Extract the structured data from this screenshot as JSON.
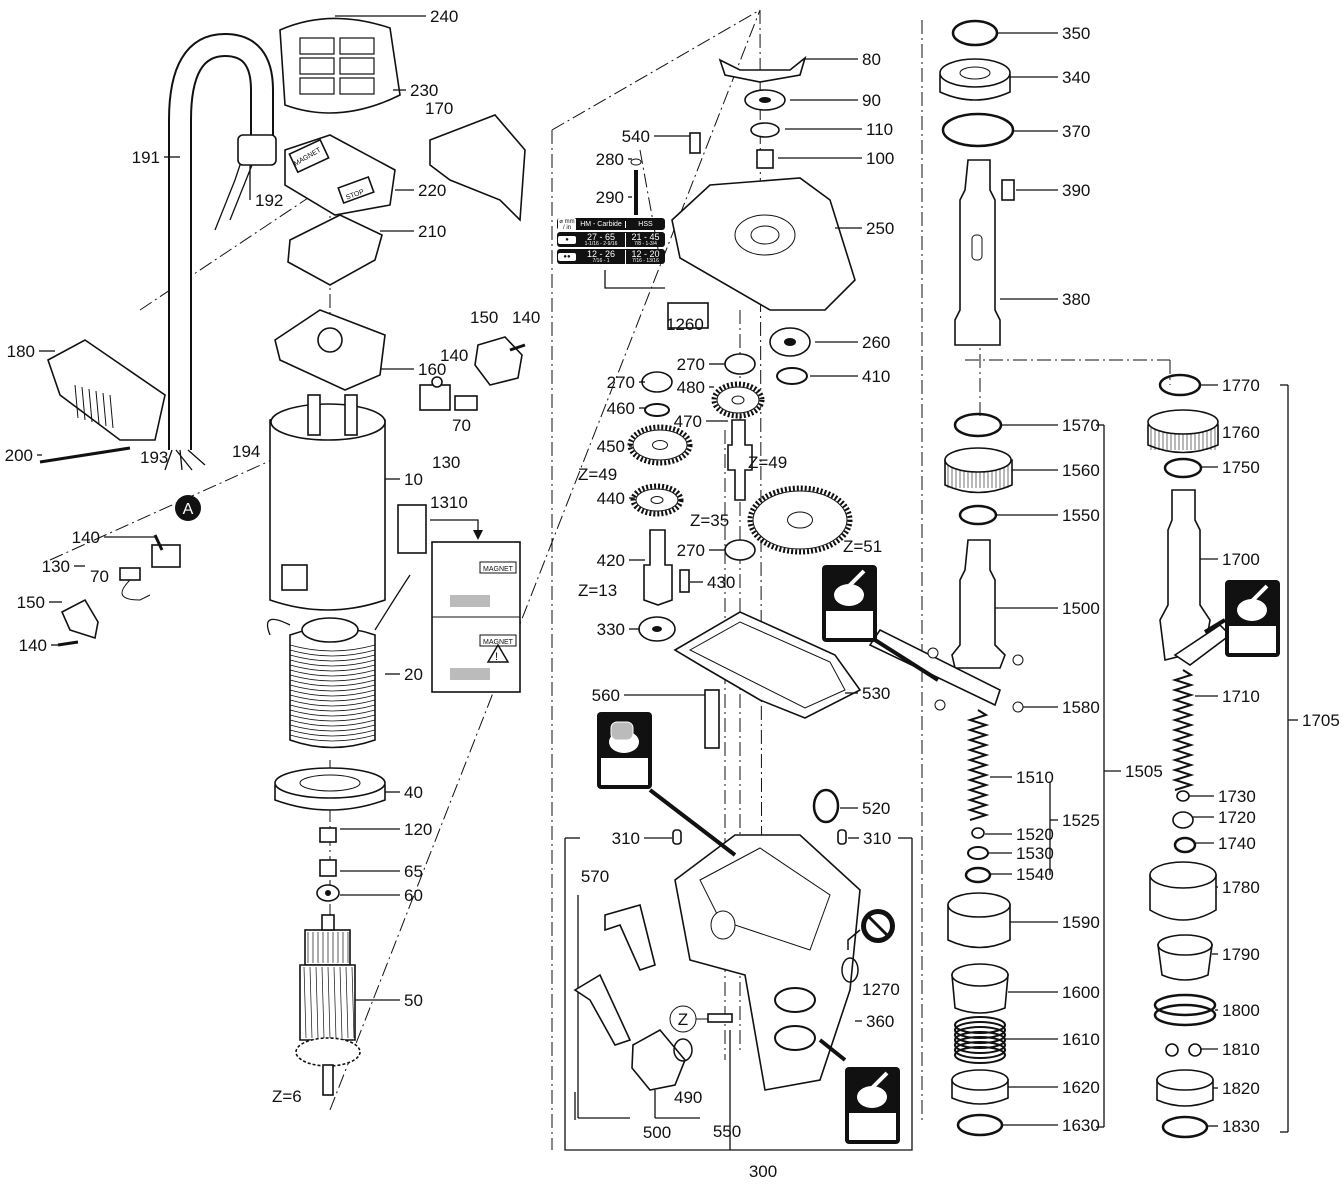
{
  "labels": [
    "240",
    "230",
    "170",
    "220",
    "210",
    "150",
    "140",
    "160",
    "140",
    "70",
    "130",
    "10",
    "1310",
    "20",
    "40",
    "120",
    "65",
    "60",
    "50",
    "540",
    "280",
    "290",
    "1260",
    "80",
    "90",
    "110",
    "100",
    "250",
    "260",
    "410",
    "270",
    "270",
    "480",
    "460",
    "470",
    "450",
    "440",
    "420",
    "270",
    "430",
    "330",
    "560",
    "530",
    "520",
    "310",
    "310",
    "570",
    "1270",
    "360",
    "490",
    "500",
    "550",
    "300",
    "Z=49",
    "Z=49",
    "Z=35",
    "Z=51",
    "Z=13",
    "Z=6",
    "350",
    "340",
    "370",
    "390",
    "380",
    "1570",
    "1560",
    "1550",
    "1500",
    "1580",
    "1510",
    "1520",
    "1530",
    "1540",
    "1525",
    "1505",
    "1590",
    "1600",
    "1610",
    "1620",
    "1630",
    "1770",
    "1760",
    "1750",
    "1700",
    "1710",
    "1705",
    "1730",
    "1720",
    "1740",
    "1780",
    "1790",
    "1800",
    "1810",
    "1820",
    "1830",
    "191",
    "180",
    "200",
    "140",
    "130",
    "150",
    "140",
    "193",
    "194",
    "192",
    "70"
  ],
  "callouts": {
    "a": "A",
    "z": "Z"
  },
  "switch_buttons": {
    "magnet": "MAGNET",
    "stop": "STOP"
  },
  "magnet_sticker": "MAGNET",
  "label_table": {
    "header": [
      "⌀ mm / in",
      "HM - Carbide",
      "HSS"
    ],
    "rows": [
      {
        "symbol": "●",
        "carbide": "27 - 65",
        "carbide_in": "1-1/16 - 2-9/16",
        "hss": "21 - 45",
        "hss_in": "7/8 - 1-3/4"
      },
      {
        "symbol": "●●",
        "carbide": "12 - 26",
        "carbide_in": "7/16 - 1",
        "hss": "12 - 20",
        "hss_in": "7/16 - 13/16"
      }
    ]
  },
  "icons": [
    "grease-brush-icon",
    "grease-brush-icon",
    "grease-brush-icon",
    "grease-finger-icon",
    "no-touch-icon",
    "warning-icon"
  ]
}
